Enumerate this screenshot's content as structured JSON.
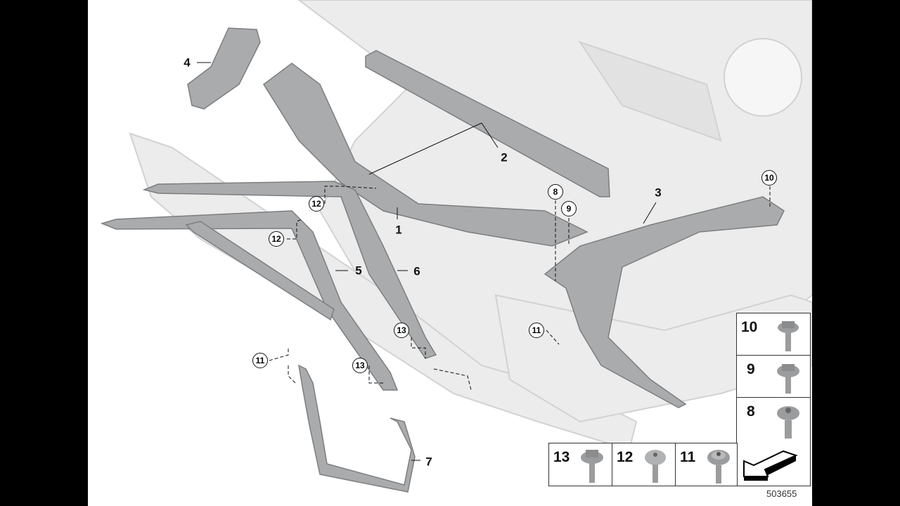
{
  "diagram": {
    "callouts": {
      "p1": "1",
      "p2": "2",
      "p3": "3",
      "p4": "4",
      "p5": "5",
      "p6": "6",
      "p7": "7"
    },
    "circled": {
      "c8": "8",
      "c9": "9",
      "c10": "10",
      "c11a": "11",
      "c11b": "11",
      "c12a": "12",
      "c12b": "12",
      "c13a": "13",
      "c13b": "13"
    },
    "legend": [
      {
        "label": "10",
        "icon": "hex-flange-bolt-icon"
      },
      {
        "label": "9",
        "icon": "hex-flange-bolt-icon"
      },
      {
        "label": "8",
        "icon": "torx-flange-bolt-icon"
      },
      {
        "label": "13",
        "icon": "hex-flange-screw-icon"
      },
      {
        "label": "12",
        "icon": "pan-head-screw-icon"
      },
      {
        "label": "11",
        "icon": "torx-collar-screw-icon"
      }
    ],
    "diagram_code": "503655",
    "colors": {
      "body": "#ececec",
      "part": "#a9abad",
      "outline": "#cfcfcf"
    }
  }
}
